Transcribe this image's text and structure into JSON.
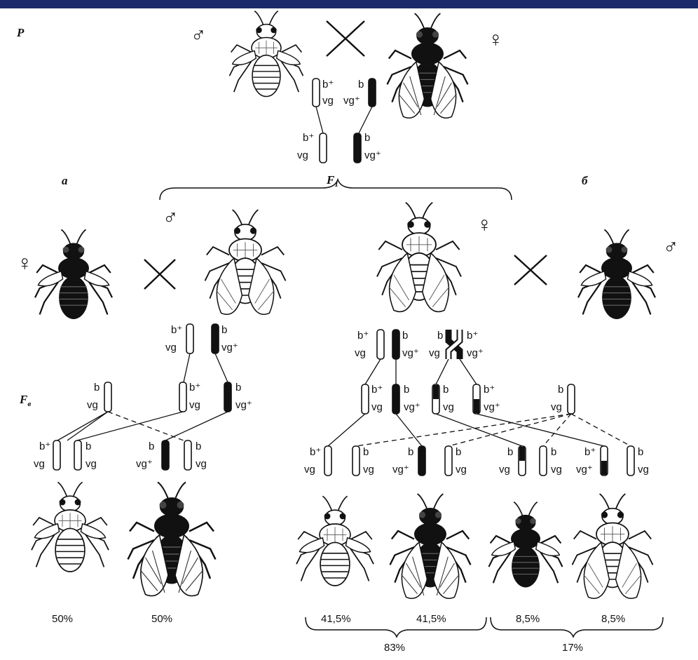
{
  "labels": {
    "p": "P",
    "a": "а",
    "b": "б",
    "f1": "F",
    "f1_sub": "1",
    "fb": "F",
    "fb_sub": "в"
  },
  "genes": {
    "b_plus": "b⁺",
    "b": "b",
    "vg": "vg",
    "vg_plus": "vg⁺"
  },
  "symbols": {
    "male": "♂",
    "female": "♀"
  },
  "percent_a": [
    "50%",
    "50%"
  ],
  "percent_b": [
    "41,5%",
    "41,5%",
    "8,5%",
    "8,5%"
  ],
  "totals_b": [
    "83%",
    "17%"
  ],
  "colors": {
    "top_bar": "#1b2a6b",
    "ink": "#111111",
    "background": "#ffffff"
  }
}
